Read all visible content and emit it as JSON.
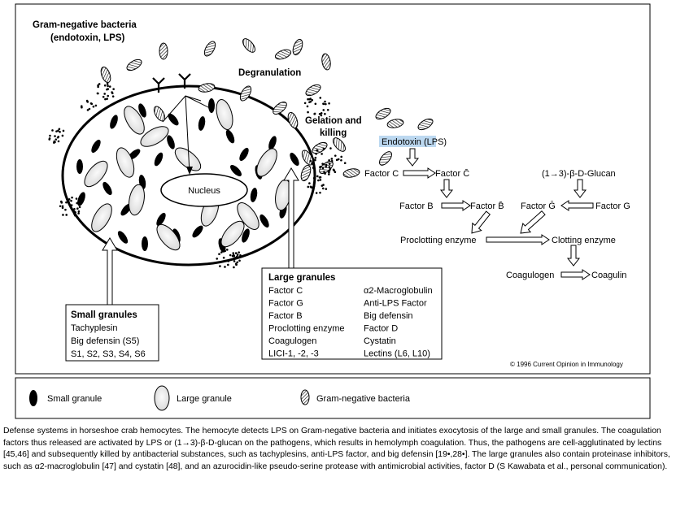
{
  "top_labels": {
    "bacteria_line1": "Gram-negative bacteria",
    "bacteria_line2": "(endotoxin, LPS)",
    "degranulation": "Degranulation",
    "gelation_line1": "Gelation and",
    "gelation_line2": "killing",
    "nucleus": "Nucleus"
  },
  "small_granules_box": {
    "title": "Small granules",
    "items": [
      "Tachyplesin",
      "Big defensin (S5)",
      "S1, S2, S3, S4, S6"
    ]
  },
  "large_granules_box": {
    "title": "Large granules",
    "col1": [
      "Factor C",
      "Factor G",
      "Factor B",
      "Proclotting enzyme",
      "Coagulogen",
      "LICI-1, -2, -3"
    ],
    "col2": [
      "α2-Macroglobulin",
      "Anti-LPS Factor",
      "Big defensin",
      "Factor D",
      "Cystatin",
      "Lectins (L6, L10)"
    ]
  },
  "cascade": {
    "endotoxin": "Endotoxin (LPS)",
    "factor_c": "Factor C",
    "factor_c_active": "Factor C̄",
    "glucan": "(1→3)-β-D-Glucan",
    "factor_b": "Factor B",
    "factor_b_active": "Factor B̄",
    "factor_g_active": "Factor Ḡ",
    "factor_g": "Factor G",
    "proclotting": "Proclotting enzyme",
    "clotting": "Clotting enzyme",
    "coagulogen": "Coagulogen",
    "coagulin": "Coagulin"
  },
  "copyright": "© 1996 Current Opinion in Immunology",
  "legend": {
    "small": "Small granule",
    "large": "Large granule",
    "bacteria": "Gram-negative bacteria"
  },
  "caption": "Defense systems in horseshoe crab hemocytes. The hemocyte detects LPS on Gram-negative bacteria and initiates exocytosis of the large and small granules. The coagulation factors thus released are activated by LPS or (1→3)-β-D-glucan on the pathogens, which results in hemolymph coagulation. Thus, the pathogens are cell-agglutinated by lectins [45,46] and subsequently killed by antibacterial substances, such as tachyplesins, anti-LPS factor, and big defensin [19•,28•]. The large granules also contain proteinase inhibitors, such as α2-macroglobulin [47] and cystatin [48], and an azurocidin-like pseudo-serine protease with antimicrobial activities, factor D (S Kawabata et al., personal communication).",
  "colors": {
    "ink": "#000000",
    "paper": "#ffffff",
    "highlight": "#bcd8f0",
    "gray": "#e6e6e6"
  }
}
